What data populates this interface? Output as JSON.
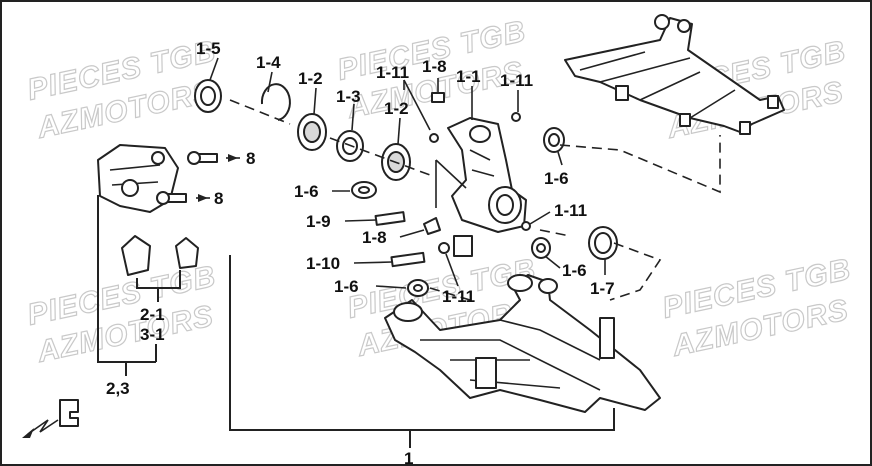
{
  "watermarks": {
    "line1": "PIECES TGB",
    "line2": "AZMOTORS"
  },
  "labels": {
    "p1_5": "1-5",
    "p1_4": "1-4",
    "p1_2a": "1-2",
    "p1_3": "1-3",
    "p1_2b": "1-2",
    "p1_11_top": "1-11",
    "p1_8_top": "1-8",
    "p1_1": "1-1",
    "p1_11_right": "1-11",
    "p8_a": "8",
    "p8_b": "8",
    "p1_6_right": "1-6",
    "p1_6_mid": "1-6",
    "p1_9": "1-9",
    "p1_11_mid": "1-11",
    "p1_8_mid": "1-8",
    "p1_10": "1-10",
    "p1_6_low": "1-6",
    "p1_7": "1-7",
    "p1_6_left": "1-6",
    "p1_11_low": "1-11",
    "p2_1": "2-1",
    "p3_1": "3-1",
    "p2_3": "2,3",
    "p1_main": "1"
  },
  "colors": {
    "line": "#222222",
    "watermark": "#c9c9c9",
    "background": "#ffffff"
  },
  "icons": {
    "front_arrow": "front-direction-arrow-icon"
  }
}
